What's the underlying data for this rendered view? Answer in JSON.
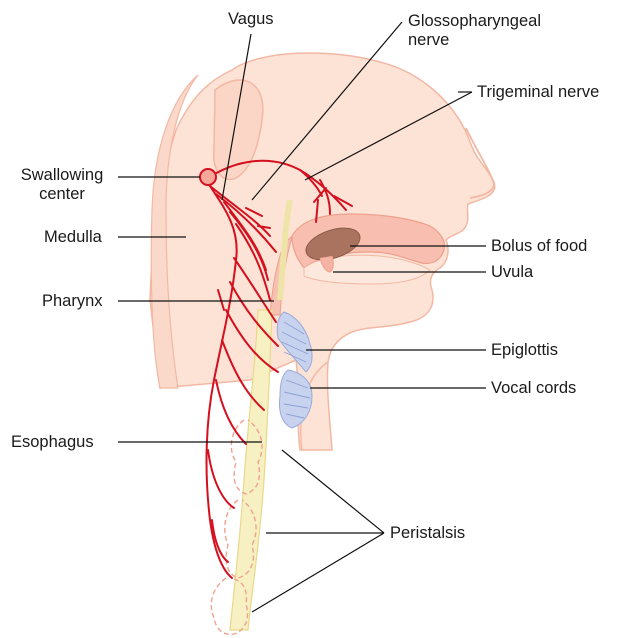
{
  "labels": {
    "vagus": "Vagus",
    "glossopharyngeal_line1": "Glossopharyngeal",
    "glossopharyngeal_line2": "nerve",
    "trigeminal": "Trigeminal nerve",
    "swallowing_line1": "Swallowing",
    "swallowing_line2": "center",
    "medulla": "Medulla",
    "pharynx": "Pharynx",
    "esophagus": "Esophagus",
    "bolus": "Bolus of food",
    "uvula": "Uvula",
    "epiglottis": "Epiglottis",
    "vocal_cords": "Vocal cords",
    "peristalsis": "Peristalsis"
  },
  "colors": {
    "skin": "#fde3d6",
    "skin_outline": "#f2b8a4",
    "nerve": "#d4101f",
    "bolus": "#a9735f",
    "esophagus": "#f7f0c2",
    "epiglottis": "#c7d2ef",
    "leader": "#111111"
  }
}
